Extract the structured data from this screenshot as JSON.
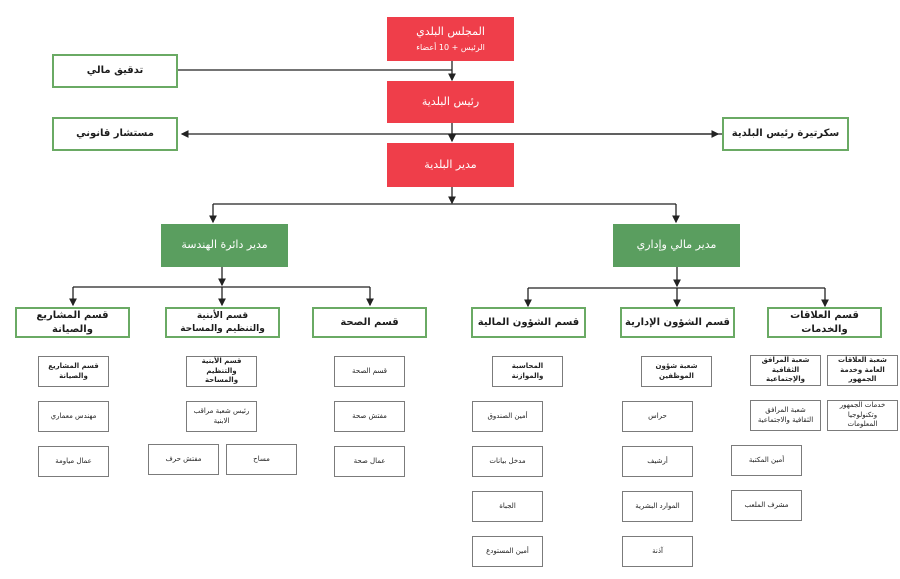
{
  "colors": {
    "executive": "#ef3e4a",
    "manager": "#5a9e5f",
    "department_border": "#6aaa64",
    "leaf_border": "#7b7b7b",
    "connector": "#222222"
  },
  "council": {
    "title": "المجلس البلدي",
    "subtitle": "الرئيس + 10 أعضاء"
  },
  "mayor": "رئيس البلدية",
  "municipal_director": "مدير البلدية",
  "side_units": {
    "financial_audit": "تدقيق مالي",
    "legal_advisor": "مستشار قانوني",
    "mayor_secretary": "سكرتيرة رئيس البلدية"
  },
  "managers": {
    "engineering": "مدير دائرة الهندسة",
    "finance_admin": "مدير مالي وإداري"
  },
  "departments": {
    "projects": {
      "title": "قسم المشاريع والصيانة",
      "units": [
        "قسم المشاريع والصيانة",
        "مهندس معماري",
        "عمال مياومة"
      ]
    },
    "buildings": {
      "title_line1": "قسم الأبنية",
      "title_line2": "والتنظيم والمساحة",
      "units": [
        "قسم الأبنية والتنظيم والمساحة",
        "رئيس شعبة مراقب الابنية",
        "مساح",
        "مفتش حرف"
      ]
    },
    "health": {
      "title": "قسم الصحة",
      "units": [
        "قسم الصحة",
        "مفتش صحة",
        "عمال صحة"
      ]
    },
    "financial": {
      "title": "قسم الشؤون المالية",
      "units": [
        "المحاسبة والموازنة",
        "أمين الصندوق",
        "مدخل بيانات",
        "الجباة",
        "أمين المستودع"
      ]
    },
    "administrative": {
      "title": "قسم الشؤون الإدارية",
      "units": [
        "شعبة شؤون الموظفين",
        "حراس",
        "أرشيف",
        "الموارد البشرية",
        "آذنة"
      ]
    },
    "relations": {
      "title": "قسم العلاقات والخدمات",
      "units": [
        "شعبة العلاقات العامة وخدمة الجمهور",
        "شعبة المرافق الثقافية والإجتماعية",
        "خدمات الجمهور وتكنولوجيا المعلومات",
        "شعبة المرافق الثقافية والاجتماعية",
        "أمين المكتبة",
        "مشرف الملعب"
      ]
    }
  }
}
